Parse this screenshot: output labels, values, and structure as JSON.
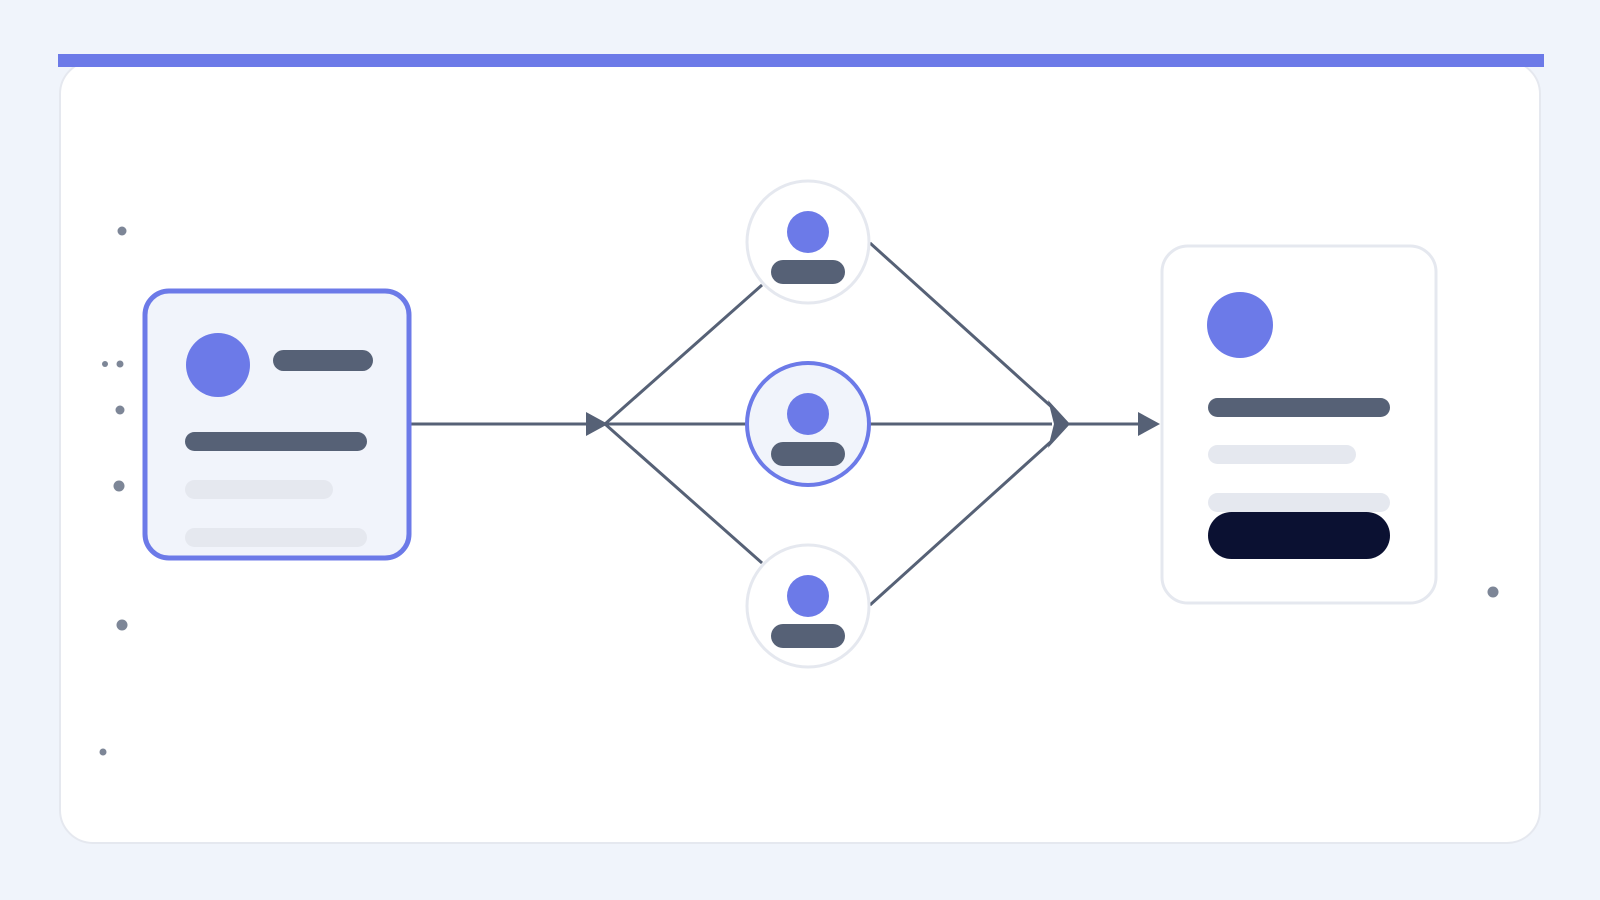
{
  "colors": {
    "background": "#f0f4fb",
    "panel": "#ffffff",
    "panel_border": "#e5e8ef",
    "accent": "#6c7ae8",
    "connector": "#566176",
    "placeholder_dark": "#566176",
    "placeholder_light": "#e5e8ef",
    "card_fill": "#f1f4fb",
    "primary_button": "#0b1132"
  },
  "nodes": {
    "source_card": {
      "icon": "avatar-placeholder",
      "selected": true
    },
    "router_nodes": [
      {
        "id": "top",
        "icon": "user-icon",
        "selected": false
      },
      {
        "id": "middle",
        "icon": "user-icon",
        "selected": true
      },
      {
        "id": "bottom",
        "icon": "user-icon",
        "selected": false
      }
    ],
    "target_card": {
      "icon": "avatar-placeholder",
      "selected": false,
      "has_button": true
    }
  },
  "edges": [
    {
      "from": "source_card",
      "to": "split-point"
    },
    {
      "from": "split-point",
      "to": "top"
    },
    {
      "from": "split-point",
      "to": "middle"
    },
    {
      "from": "split-point",
      "to": "bottom"
    },
    {
      "from": "top",
      "to": "merge-point"
    },
    {
      "from": "middle",
      "to": "merge-point"
    },
    {
      "from": "bottom",
      "to": "merge-point"
    },
    {
      "from": "merge-point",
      "to": "target_card"
    }
  ]
}
